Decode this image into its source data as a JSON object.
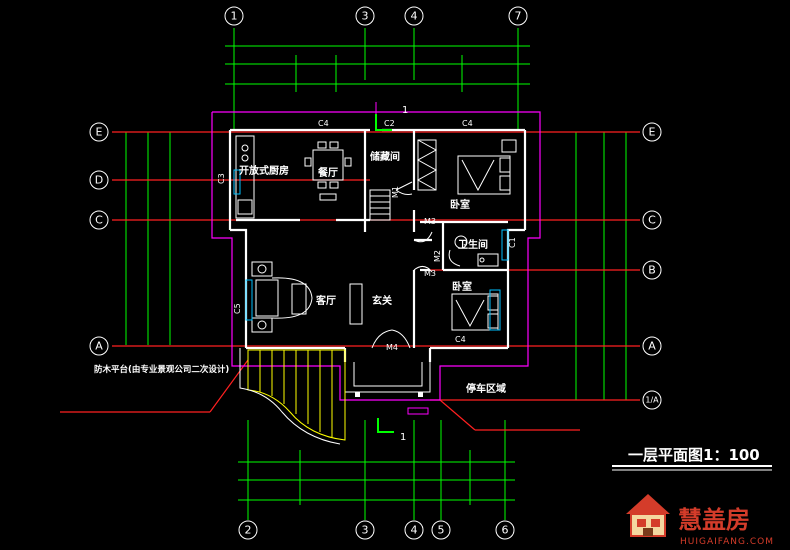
{
  "axes": {
    "top": [
      "1",
      "3",
      "4",
      "7"
    ],
    "bottom": [
      "2",
      "3",
      "4",
      "5",
      "6"
    ],
    "left": [
      "E",
      "D",
      "C",
      "A"
    ],
    "right": [
      "E",
      "C",
      "B",
      "A",
      "1/A"
    ]
  },
  "rooms": {
    "kitchen": "开放式厨房",
    "dining": "餐厅",
    "storage": "储藏间",
    "bedroom1": "卧室",
    "bathroom": "卫生间",
    "living": "客厅",
    "foyer": "玄关",
    "bedroom2": "卧室",
    "parking": "停车区域"
  },
  "marks": {
    "c4_top_left": "C4",
    "c2_top": "C2",
    "c4_top_right": "C4",
    "c3_left": "C3",
    "m1": "M1",
    "m3_upper": "M3",
    "m2": "M2",
    "m3_lower": "M3",
    "c1": "C1",
    "c5": "C5",
    "m4": "M4",
    "c4_bottom": "C4",
    "section_top": "1",
    "section_bottom": "1"
  },
  "notes": {
    "deck": "防木平台(由专业景观公司二次设计)"
  },
  "title": {
    "text": "一层平面图1：100"
  },
  "brand": {
    "name": "慧盖房",
    "url": "HUIGAIFANG.COM"
  },
  "colors": {
    "background": "#000000",
    "grid": "#00ff00",
    "axis": "#ff2020",
    "wall": "#ffffff",
    "outline": "#ff00ff",
    "brand": "#d43c2a"
  }
}
